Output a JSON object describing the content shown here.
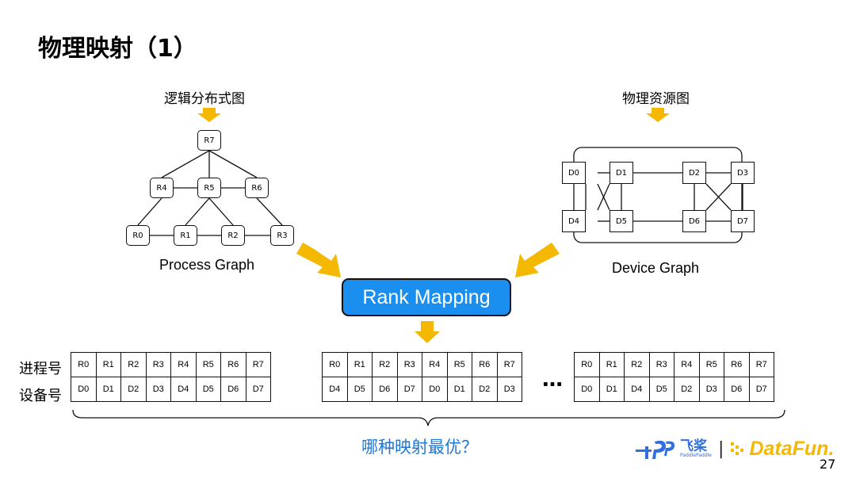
{
  "title": "物理映射（1）",
  "process": {
    "heading": "逻辑分布式图",
    "caption": "Process Graph",
    "nodes": [
      "R7",
      "R4",
      "R5",
      "R6",
      "R0",
      "R1",
      "R2",
      "R3"
    ]
  },
  "device": {
    "heading": "物理资源图",
    "caption": "Device Graph",
    "nodes": [
      "D0",
      "D1",
      "D2",
      "D3",
      "D4",
      "D5",
      "D6",
      "D7"
    ]
  },
  "mapping_button": "Rank Mapping",
  "row_labels": {
    "process": "进程号",
    "device": "设备号"
  },
  "tables": [
    {
      "ranks": [
        "R0",
        "R1",
        "R2",
        "R3",
        "R4",
        "R5",
        "R6",
        "R7"
      ],
      "devices": [
        "D0",
        "D1",
        "D2",
        "D3",
        "D4",
        "D5",
        "D6",
        "D7"
      ]
    },
    {
      "ranks": [
        "R0",
        "R1",
        "R2",
        "R3",
        "R4",
        "R5",
        "R6",
        "R7"
      ],
      "devices": [
        "D4",
        "D5",
        "D6",
        "D7",
        "D0",
        "D1",
        "D2",
        "D3"
      ]
    },
    {
      "ranks": [
        "R0",
        "R1",
        "R2",
        "R3",
        "R4",
        "R5",
        "R6",
        "R7"
      ],
      "devices": [
        "D0",
        "D1",
        "D4",
        "D5",
        "D2",
        "D3",
        "D6",
        "D7"
      ]
    }
  ],
  "ellipsis": "…",
  "question": "哪种映射最优？",
  "logo": {
    "paddle_cn": "飞桨",
    "paddle_en": "PaddlePaddle",
    "datafun": "DataFun."
  },
  "page_number": "27",
  "colors": {
    "arrow": "#f5b800",
    "accent": "#1a8ff0",
    "question": "#1f77d6"
  }
}
